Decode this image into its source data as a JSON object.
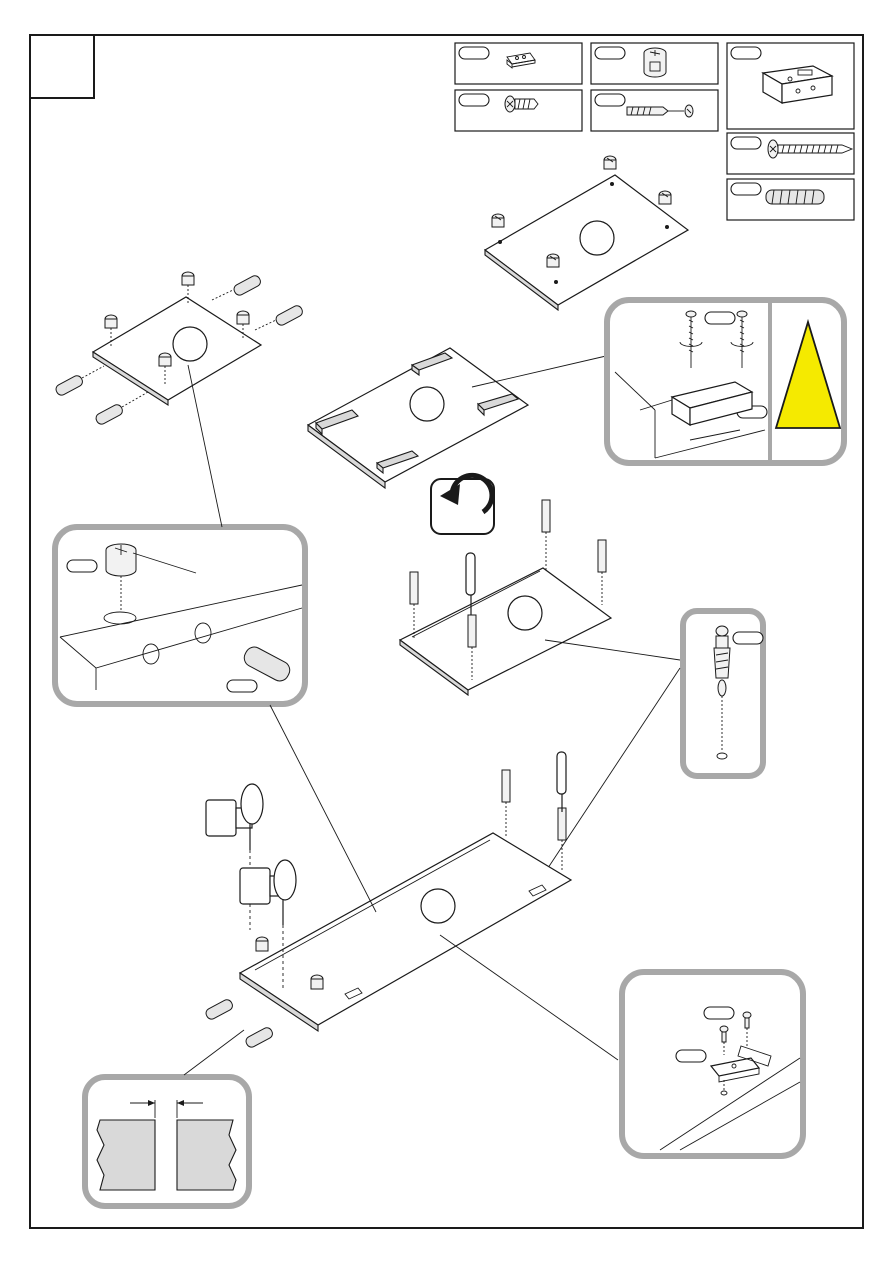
{
  "page": {
    "step_box_label": "",
    "background": "#ffffff",
    "outline": "#1a1a1a",
    "bubble_border": "#a8a8a8",
    "warning_fill": "#f5ea00"
  },
  "parts_legend": [
    {
      "id": "part-connector-plate",
      "icon": "connector-plate-icon",
      "label": ""
    },
    {
      "id": "part-cam-lock",
      "icon": "cam-lock-icon",
      "label": ""
    },
    {
      "id": "part-bracket-block",
      "icon": "bracket-block-icon",
      "label": ""
    },
    {
      "id": "part-short-screw",
      "icon": "short-screw-icon",
      "label": ""
    },
    {
      "id": "part-cam-bolt",
      "icon": "cam-bolt-icon",
      "label": ""
    },
    {
      "id": "part-long-screw",
      "icon": "long-wood-screw-icon",
      "label": ""
    },
    {
      "id": "part-wood-dowel",
      "icon": "wood-dowel-icon",
      "label": ""
    }
  ],
  "detail_callouts": [
    {
      "id": "cam-insert-detail",
      "tags": [
        "",
        ""
      ]
    },
    {
      "id": "bracket-screw-detail",
      "tags": [
        "",
        ""
      ]
    },
    {
      "id": "cam-bolt-detail",
      "tags": [
        ""
      ]
    },
    {
      "id": "edge-gap-detail",
      "tags": []
    },
    {
      "id": "connector-plate-detail",
      "tags": [
        "",
        ""
      ]
    }
  ],
  "icons": {
    "rotate": "rotate-arrow-icon",
    "warning": "warning-triangle-icon",
    "hammer": "rubber-hammer-icon",
    "screwdriver": "screwdriver-icon"
  }
}
